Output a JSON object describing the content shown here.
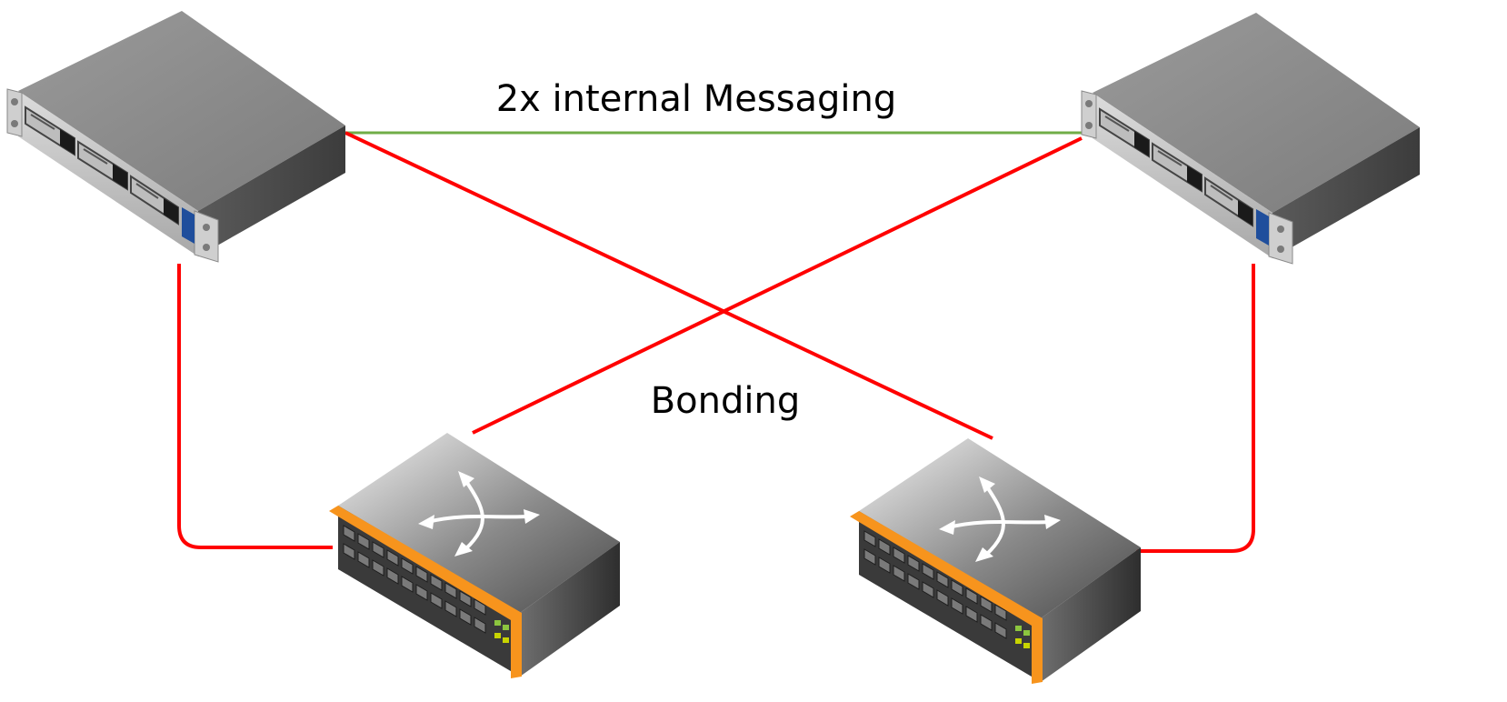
{
  "labels": {
    "messaging": "2x internal Messaging",
    "bonding": "Bonding"
  },
  "colors": {
    "messaging_link": "#70ad47",
    "bonding_link": "#ff0000",
    "switch_accent": "#f7941d",
    "server_led": "#1f4e9c"
  },
  "nodes": [
    {
      "id": "server-left",
      "icon": "rack-server-icon"
    },
    {
      "id": "server-right",
      "icon": "rack-server-icon"
    },
    {
      "id": "switch-left",
      "icon": "network-switch-icon"
    },
    {
      "id": "switch-right",
      "icon": "network-switch-icon"
    }
  ],
  "links": [
    {
      "from": "server-left",
      "to": "server-right",
      "type": "messaging"
    },
    {
      "from": "server-left",
      "to": "switch-right",
      "type": "bonding"
    },
    {
      "from": "server-right",
      "to": "switch-left",
      "type": "bonding"
    },
    {
      "from": "server-left",
      "to": "switch-left",
      "type": "bonding"
    },
    {
      "from": "server-right",
      "to": "switch-right",
      "type": "bonding"
    }
  ]
}
